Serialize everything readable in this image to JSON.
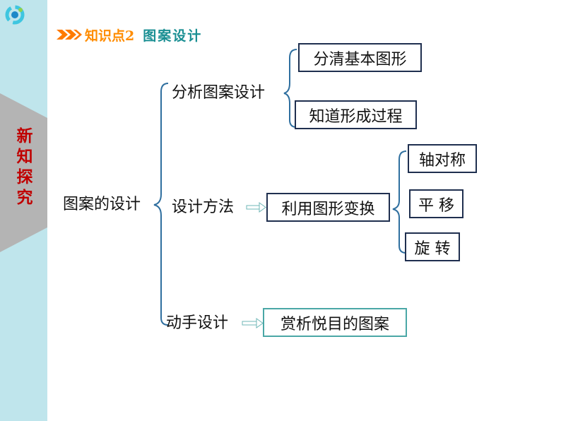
{
  "sidebar": {
    "logo_icon": "rainbow-circle-logo",
    "title_chars": [
      "新",
      "知",
      "探",
      "究"
    ],
    "title_color": "#c00000"
  },
  "header": {
    "arrow_icon": "double-chevron-right-icon",
    "knowledge_point": "知识点2",
    "title": "图案设计"
  },
  "diagram": {
    "root": "图案的设计",
    "branch1": {
      "label": "分析图案设计",
      "children": [
        "分清基本图形",
        "知道形成过程"
      ]
    },
    "branch2": {
      "label": "设计方法",
      "box": "利用图形变换",
      "children": [
        "轴对称",
        "平 移",
        "旋 转"
      ]
    },
    "branch3": {
      "label": "动手设计",
      "box": "赏析悦目的图案"
    }
  },
  "colors": {
    "sidebar": "#bfe5ec",
    "side_tab": "#b4b4b4",
    "header_orange": "#ff8c00",
    "header_teal": "#1a8f93",
    "brace": "#2f6f9f",
    "box_border": "#1f2f4f",
    "teal_box_border": "#4aa7a6"
  }
}
